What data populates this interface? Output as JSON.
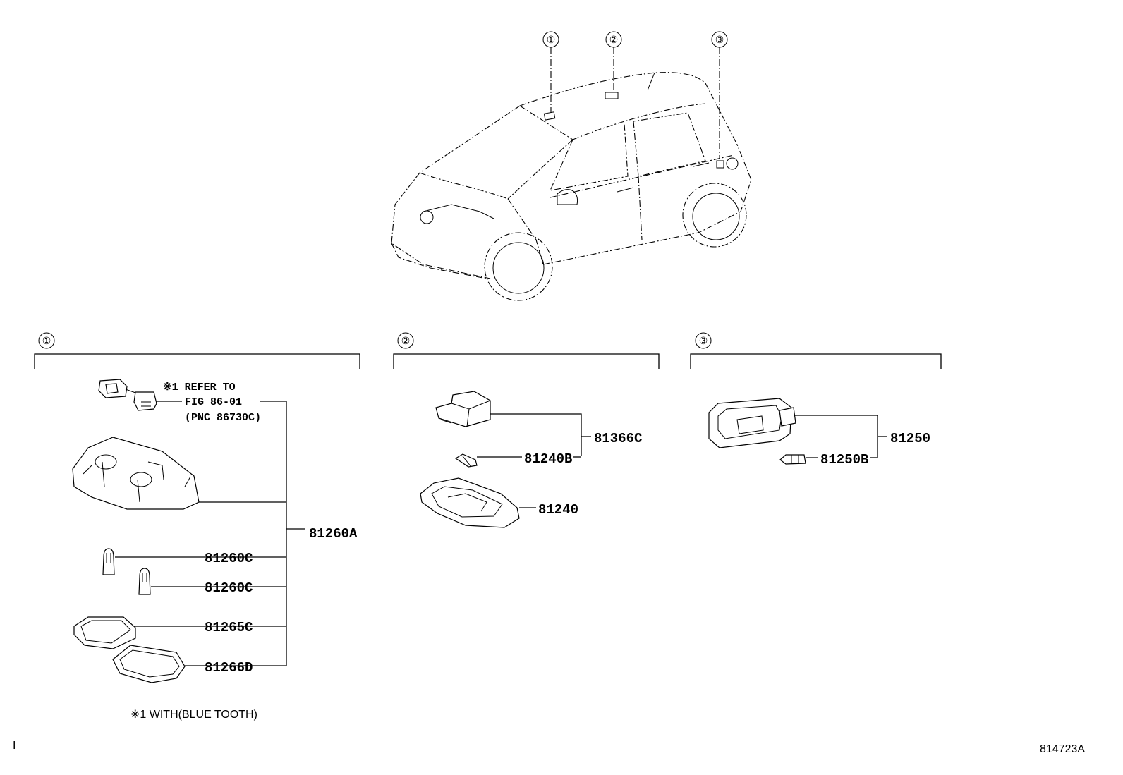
{
  "callouts": {
    "one": "①",
    "two": "②",
    "three": "③"
  },
  "sections": [
    {
      "number": "①"
    },
    {
      "number": "②"
    },
    {
      "number": "③"
    }
  ],
  "group1": {
    "note_line1": "※1 REFER TO",
    "note_line2": "FIG 86-01",
    "note_line3": "(PNC 86730C)",
    "assembly": "81260A",
    "bulb_a": "81260C",
    "bulb_b": "81260C",
    "lens_a": "81265C",
    "lens_b": "81266D",
    "footnote": "※1 WITH(BLUE TOOTH)"
  },
  "group2": {
    "assembly": "81366C",
    "bulb": "81240B",
    "housing": "81240"
  },
  "group3": {
    "assembly": "81250",
    "bulb": "81250B"
  },
  "page_marker": "I",
  "illustration_id": "814723A"
}
